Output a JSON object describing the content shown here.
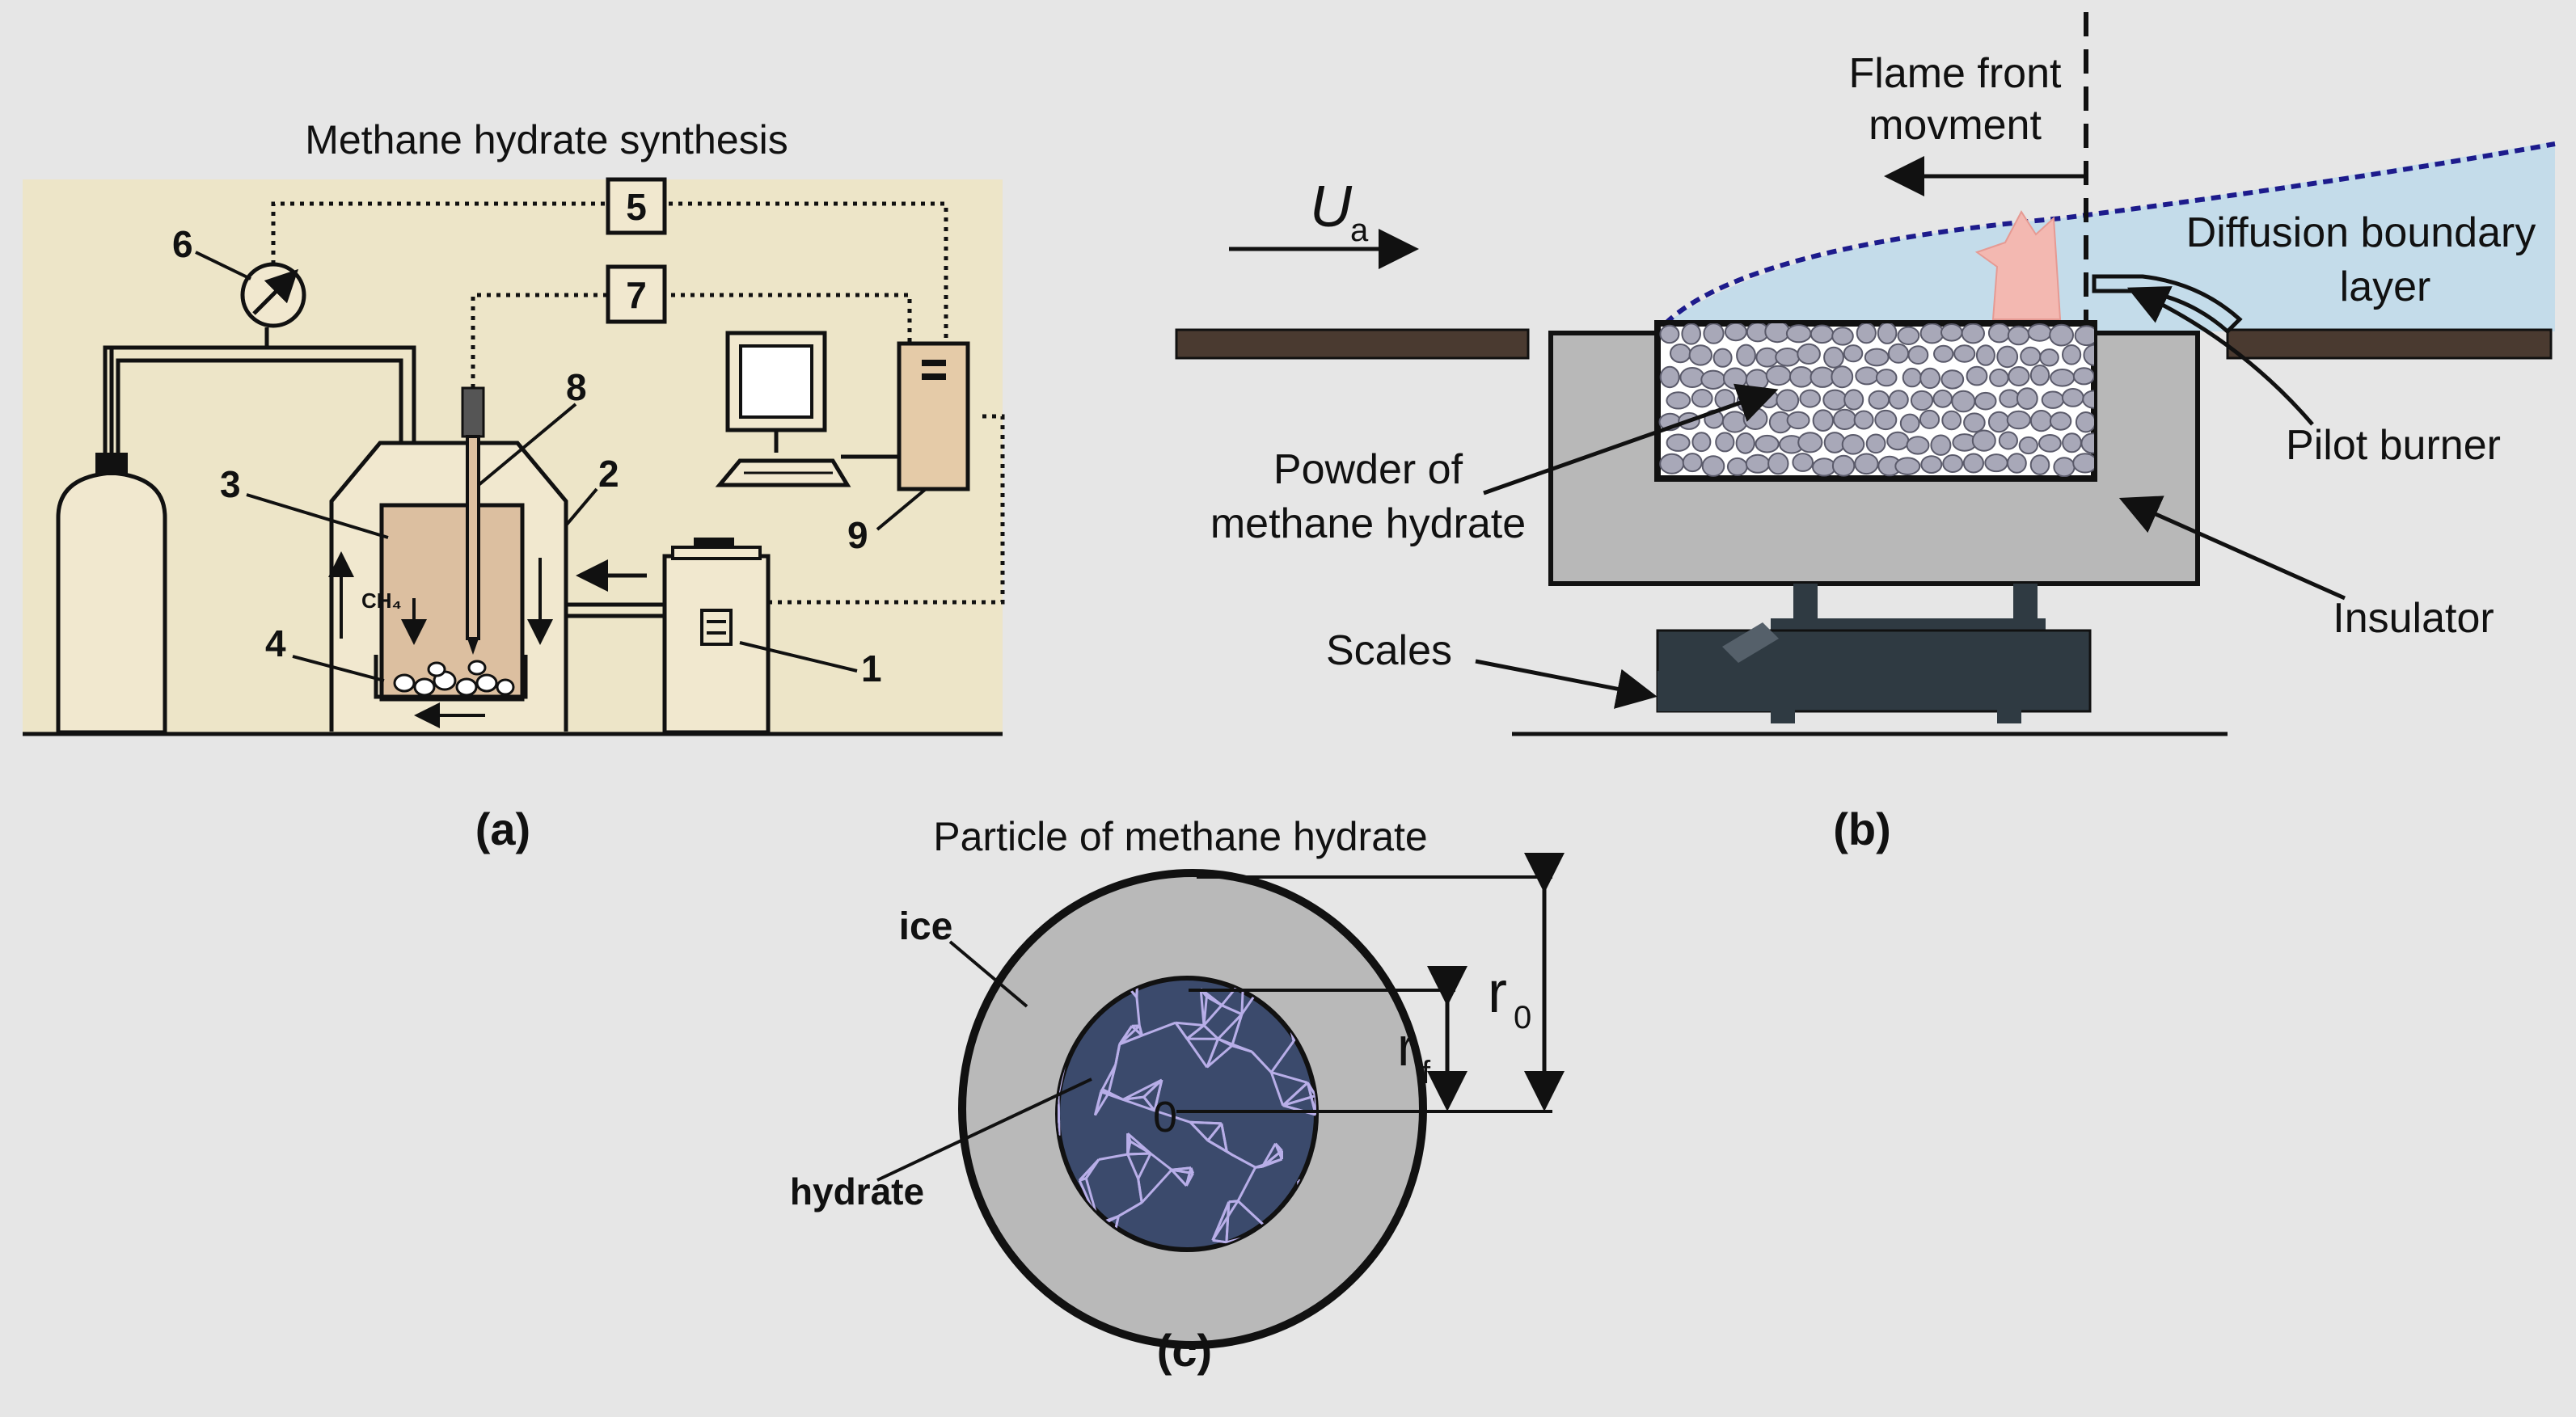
{
  "panel_a": {
    "title": "Methane hydrate synthesis",
    "caption": "(a)",
    "box_5": "5",
    "box_7": "7",
    "num_1": "1",
    "num_2": "2",
    "num_3": "3",
    "num_4": "4",
    "num_6": "6",
    "num_8": "8",
    "num_9": "9",
    "gas": "CH₄"
  },
  "panel_b": {
    "caption": "(b)",
    "flame_front_line1": "Flame front",
    "flame_front_line2": "movment",
    "velocity": "U",
    "velocity_sub": "a",
    "diffusion_line1": "Diffusion boundary",
    "diffusion_line2": "layer",
    "pilot_burner": "Pilot burner",
    "powder_line1": "Powder of",
    "powder_line2": "methane hydrate",
    "insulator": "Insulator",
    "scales": "Scales"
  },
  "panel_c": {
    "title": "Particle of methane hydrate",
    "caption": "(c)",
    "ice": "ice",
    "hydrate": "hydrate",
    "center": "0",
    "r0": "r",
    "r0_sub": "0",
    "rf": "r",
    "rf_sub": "f"
  },
  "colors": {
    "background": "#e6e6e6",
    "panel_a_bg": "#ede5c8",
    "apparatus_fill": "#f1e8cf",
    "reactor_fill": "#dcbfa0",
    "computer_tower": "#e5cba8",
    "boundary_layer": "#c4dcea",
    "flame": "#f3b8b1",
    "dashed_boundary": "#1d1b8c",
    "plate": "#4a3a30",
    "insulator": "#b8b8b8",
    "scales": "#2f3a42",
    "particle": "#a8a8b8",
    "ice": "#b9b9b9",
    "hydrate_core": "#3b4a6c",
    "hydrate_lines": "#b8aee8"
  }
}
